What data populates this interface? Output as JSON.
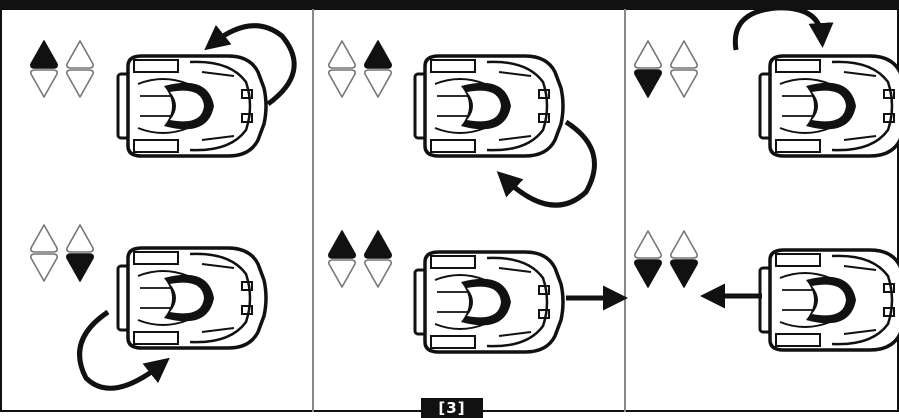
{
  "figure_label": "[3]",
  "colors": {
    "ink": "#111111",
    "background": "#ffffff",
    "divider": "#888888"
  },
  "buttons_legend": [
    "up-left",
    "up-right",
    "down-left",
    "down-right"
  ],
  "panels": [
    {
      "name": "panel-1",
      "cells": [
        {
          "name": "left-forward-turn",
          "pressed": [
            "up-left"
          ],
          "motion": "curved-arrow-over-top-to-front"
        },
        {
          "name": "right-backward-turn",
          "pressed": [
            "down-right"
          ],
          "motion": "curved-arrow-under-bottom"
        }
      ]
    },
    {
      "name": "panel-2",
      "cells": [
        {
          "name": "right-forward-turn",
          "pressed": [
            "up-right"
          ],
          "motion": "curved-arrow-below-front"
        },
        {
          "name": "drive-forward",
          "pressed": [
            "up-left",
            "up-right"
          ],
          "motion": "straight-arrow-right"
        }
      ]
    },
    {
      "name": "panel-3",
      "cells": [
        {
          "name": "left-backward-turn",
          "pressed": [
            "down-left"
          ],
          "motion": "curved-arrow-over-top"
        },
        {
          "name": "drive-backward",
          "pressed": [
            "down-left",
            "down-right"
          ],
          "motion": "straight-arrow-left"
        }
      ]
    }
  ]
}
